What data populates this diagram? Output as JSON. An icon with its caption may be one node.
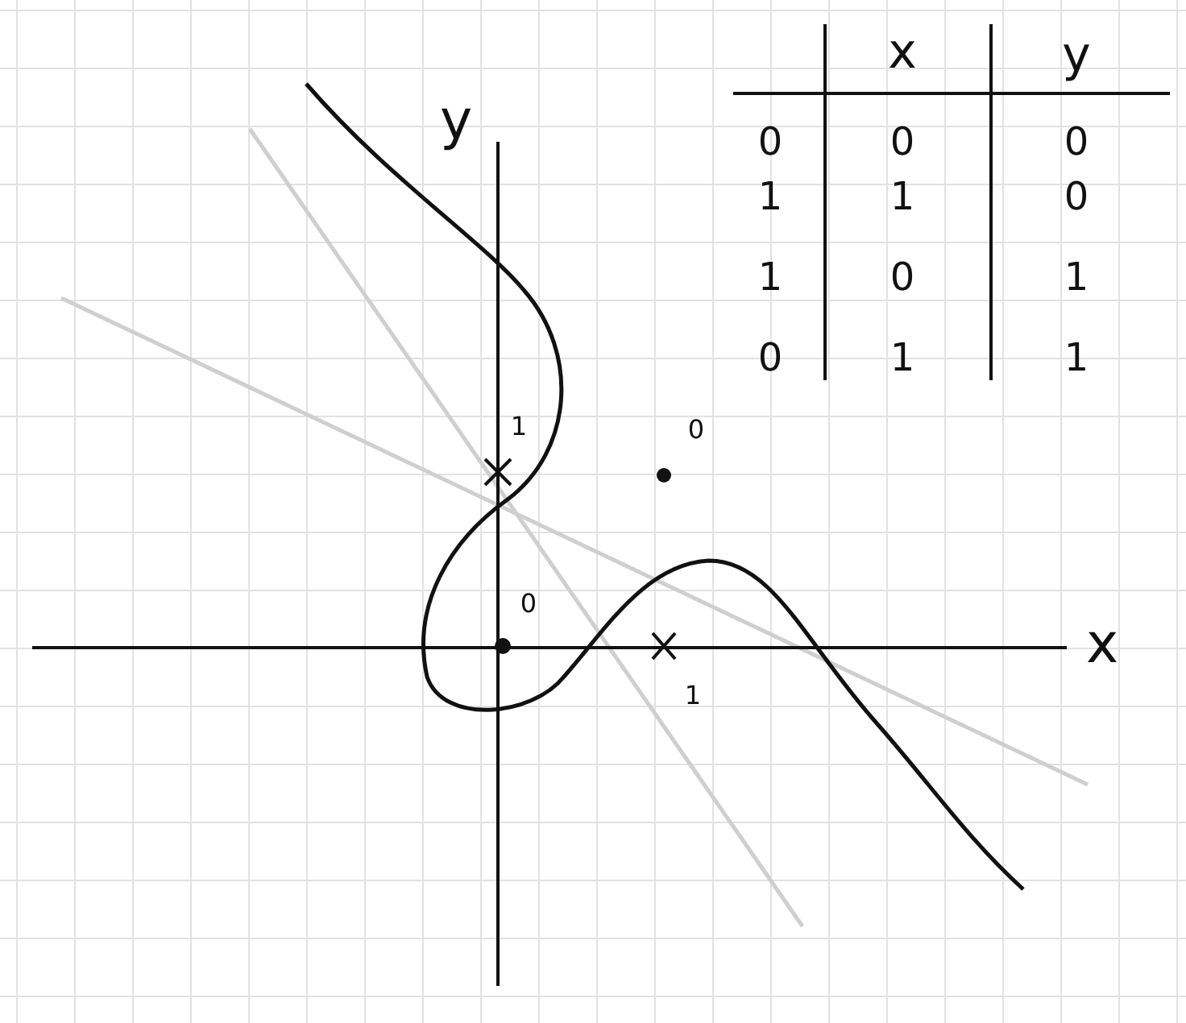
{
  "diagram": {
    "labels": [
      "x",
      "y",
      "y",
      "0",
      "0",
      "0",
      "1",
      "1",
      "0",
      "1",
      "0",
      "1",
      "0",
      "1",
      "1",
      "1",
      "0",
      "0",
      "x",
      "1"
    ]
  }
}
